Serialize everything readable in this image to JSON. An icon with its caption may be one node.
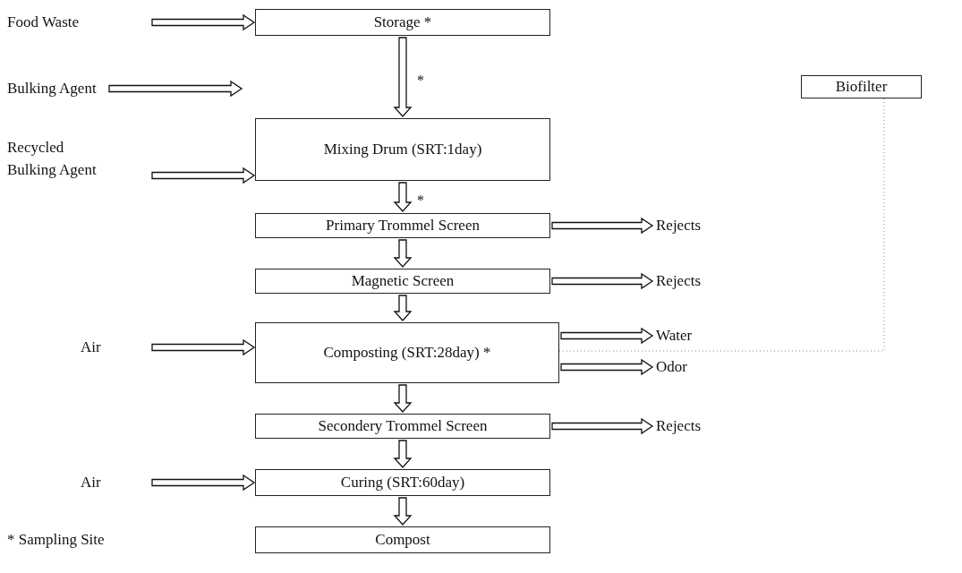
{
  "diagram": {
    "nodes": [
      {
        "text": [
          "Food Waste"
        ]
      },
      {
        "text": [
          "Storage *"
        ]
      },
      {
        "text": [
          "Bulking Agent"
        ]
      },
      {
        "text": [
          "Biofilter"
        ]
      },
      {
        "text": [
          "Recycled Bulking Agent"
        ]
      },
      {
        "text": [
          "Mixing Drum (SRT:1day)"
        ]
      },
      {
        "text": [
          "Primary Trommel Screen"
        ]
      },
      {
        "text": [
          "Rejects"
        ]
      },
      {
        "text": [
          "Magnetic Screen"
        ]
      },
      {
        "text": [
          "Rejects"
        ]
      },
      {
        "text": [
          "Air"
        ]
      },
      {
        "text": [
          "Composting (SRT:28day) *"
        ]
      },
      {
        "text": [
          "Water"
        ]
      },
      {
        "text": [
          "Odor"
        ]
      },
      {
        "text": [
          "Secondery Trommel Screen"
        ]
      },
      {
        "text": [
          "Rejects"
        ]
      },
      {
        "text": [
          "Air"
        ]
      },
      {
        "text": [
          "Curing (SRT:60day)"
        ]
      },
      {
        "text": [
          "Compost"
        ]
      }
    ],
    "edges": [
      {
        "from": 0,
        "to": 1,
        "arrow": "to"
      },
      {
        "from": 2,
        "to": null,
        "arrow": "to"
      },
      {
        "from": 1,
        "to": 5,
        "arrow": "to",
        "label": "*"
      },
      {
        "from": 4,
        "to": 5,
        "arrow": "to"
      },
      {
        "from": 5,
        "to": 6,
        "arrow": "to",
        "label": "*"
      },
      {
        "from": 6,
        "to": 7,
        "arrow": "to"
      },
      {
        "from": 6,
        "to": 8,
        "arrow": "to"
      },
      {
        "from": 8,
        "to": 9,
        "arrow": "to"
      },
      {
        "from": 8,
        "to": 11,
        "arrow": "to"
      },
      {
        "from": 10,
        "to": 11,
        "arrow": "to"
      },
      {
        "from": 11,
        "to": 12,
        "arrow": "to"
      },
      {
        "from": 11,
        "to": 13,
        "arrow": "to"
      },
      {
        "from": 11,
        "to": 3,
        "arrow": "none",
        "style": "dashed",
        "color": "#888888"
      },
      {
        "from": 11,
        "to": 14,
        "arrow": "to"
      },
      {
        "from": 14,
        "to": 15,
        "arrow": "to"
      },
      {
        "from": 14,
        "to": 17,
        "arrow": "to"
      },
      {
        "from": 16,
        "to": 17,
        "arrow": "to"
      },
      {
        "from": 17,
        "to": 18,
        "arrow": "to"
      }
    ],
    "labels": [
      "* Sampling Site"
    ]
  }
}
